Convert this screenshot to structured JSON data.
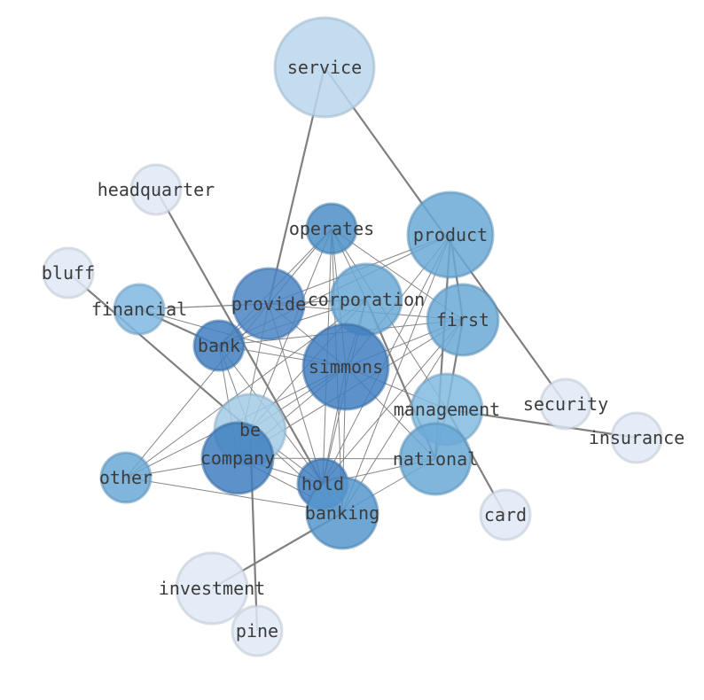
{
  "colors": {
    "edge": "#808080",
    "node_stroke_alpha": 0.55
  },
  "nodes": [
    {
      "id": "service",
      "label": "service",
      "size": 56,
      "color": "#b9d6ec"
    },
    {
      "id": "headquarter",
      "label": "headquarter",
      "size": 28,
      "color": "#dfe9f6"
    },
    {
      "id": "bluff",
      "label": "bluff",
      "size": 28,
      "color": "#dfe9f6"
    },
    {
      "id": "operates",
      "label": "operates",
      "size": 28,
      "color": "#4c8fc7"
    },
    {
      "id": "product",
      "label": "product",
      "size": 48,
      "color": "#6aa8d6"
    },
    {
      "id": "financial",
      "label": "financial",
      "size": 28,
      "color": "#7fb7e0"
    },
    {
      "id": "provide",
      "label": "provide",
      "size": 40,
      "color": "#4a85c4"
    },
    {
      "id": "corporation",
      "label": "corporation",
      "size": 40,
      "color": "#6aa8d6"
    },
    {
      "id": "first",
      "label": "first",
      "size": 40,
      "color": "#6aa8d6"
    },
    {
      "id": "bank",
      "label": "bank",
      "size": 28,
      "color": "#3f7fc0"
    },
    {
      "id": "simmons",
      "label": "simmons",
      "size": 48,
      "color": "#3f7fc0"
    },
    {
      "id": "management",
      "label": "management",
      "size": 40,
      "color": "#82bbe0"
    },
    {
      "id": "security",
      "label": "security",
      "size": 28,
      "color": "#dfe9f6"
    },
    {
      "id": "insurance",
      "label": "insurance",
      "size": 28,
      "color": "#dfe9f6"
    },
    {
      "id": "be",
      "label": "be",
      "size": 40,
      "color": "#a3cbe6"
    },
    {
      "id": "company",
      "label": "company",
      "size": 40,
      "color": "#3f7fc0"
    },
    {
      "id": "national",
      "label": "national",
      "size": 40,
      "color": "#6aa8d6"
    },
    {
      "id": "other",
      "label": "other",
      "size": 28,
      "color": "#6aa8d6"
    },
    {
      "id": "hold",
      "label": "hold",
      "size": 28,
      "color": "#3f7fc0"
    },
    {
      "id": "banking",
      "label": "banking",
      "size": 40,
      "color": "#5597cd"
    },
    {
      "id": "card",
      "label": "card",
      "size": 28,
      "color": "#dfe9f6"
    },
    {
      "id": "investment",
      "label": "investment",
      "size": 40,
      "color": "#dfe9f6"
    },
    {
      "id": "pine",
      "label": "pine",
      "size": 28,
      "color": "#dfe9f6"
    }
  ],
  "edges": [
    [
      "service",
      "provide",
      2.2
    ],
    [
      "service",
      "security",
      2.2
    ],
    [
      "headquarter",
      "hold",
      2.2
    ],
    [
      "bluff",
      "be",
      2.2
    ],
    [
      "financial",
      "bank",
      2.2
    ],
    [
      "management",
      "insurance",
      2.2
    ],
    [
      "product",
      "first",
      2.2
    ],
    [
      "product",
      "national",
      2.2
    ],
    [
      "first",
      "management",
      2.2
    ],
    [
      "corporation",
      "national",
      2.2
    ],
    [
      "management",
      "card",
      2.2
    ],
    [
      "be",
      "pine",
      2.2
    ],
    [
      "investment",
      "banking",
      2.2
    ],
    [
      "bank",
      "simmons",
      1
    ],
    [
      "bank",
      "company",
      1
    ],
    [
      "bank",
      "hold",
      1
    ],
    [
      "bank",
      "be",
      1
    ],
    [
      "bank",
      "provide",
      1
    ],
    [
      "bank",
      "operates",
      1
    ],
    [
      "bank",
      "corporation",
      1
    ],
    [
      "bank",
      "first",
      1
    ],
    [
      "financial",
      "simmons",
      1
    ],
    [
      "financial",
      "corporation",
      1
    ],
    [
      "financial",
      "provide",
      1
    ],
    [
      "operates",
      "simmons",
      1
    ],
    [
      "operates",
      "provide",
      1
    ],
    [
      "operates",
      "corporation",
      1
    ],
    [
      "operates",
      "first",
      1
    ],
    [
      "operates",
      "hold",
      1
    ],
    [
      "operates",
      "be",
      1
    ],
    [
      "operates",
      "banking",
      1
    ],
    [
      "operates",
      "management",
      1
    ],
    [
      "product",
      "provide",
      1
    ],
    [
      "product",
      "simmons",
      1
    ],
    [
      "product",
      "bank",
      1
    ],
    [
      "product",
      "banking",
      1
    ],
    [
      "product",
      "hold",
      1
    ],
    [
      "provide",
      "simmons",
      1
    ],
    [
      "provide",
      "hold",
      1
    ],
    [
      "provide",
      "corporation",
      1
    ],
    [
      "provide",
      "first",
      1
    ],
    [
      "provide",
      "company",
      1
    ],
    [
      "corporation",
      "simmons",
      1
    ],
    [
      "corporation",
      "hold",
      1
    ],
    [
      "corporation",
      "be",
      1
    ],
    [
      "corporation",
      "other",
      1
    ],
    [
      "first",
      "simmons",
      1
    ],
    [
      "first",
      "banking",
      1
    ],
    [
      "first",
      "hold",
      1
    ],
    [
      "first",
      "company",
      1
    ],
    [
      "simmons",
      "company",
      1
    ],
    [
      "simmons",
      "hold",
      1
    ],
    [
      "simmons",
      "banking",
      1
    ],
    [
      "simmons",
      "be",
      1
    ],
    [
      "simmons",
      "management",
      1
    ],
    [
      "simmons",
      "national",
      1
    ],
    [
      "simmons",
      "other",
      1
    ],
    [
      "company",
      "hold",
      1
    ],
    [
      "company",
      "national",
      1
    ],
    [
      "company",
      "other",
      1
    ],
    [
      "company",
      "banking",
      1
    ],
    [
      "be",
      "hold",
      1
    ],
    [
      "be",
      "banking",
      1
    ],
    [
      "hold",
      "national",
      1
    ],
    [
      "hold",
      "banking",
      1
    ],
    [
      "other",
      "banking",
      1
    ],
    [
      "other",
      "provide",
      1
    ],
    [
      "national",
      "banking",
      1
    ],
    [
      "national",
      "management",
      1
    ]
  ]
}
